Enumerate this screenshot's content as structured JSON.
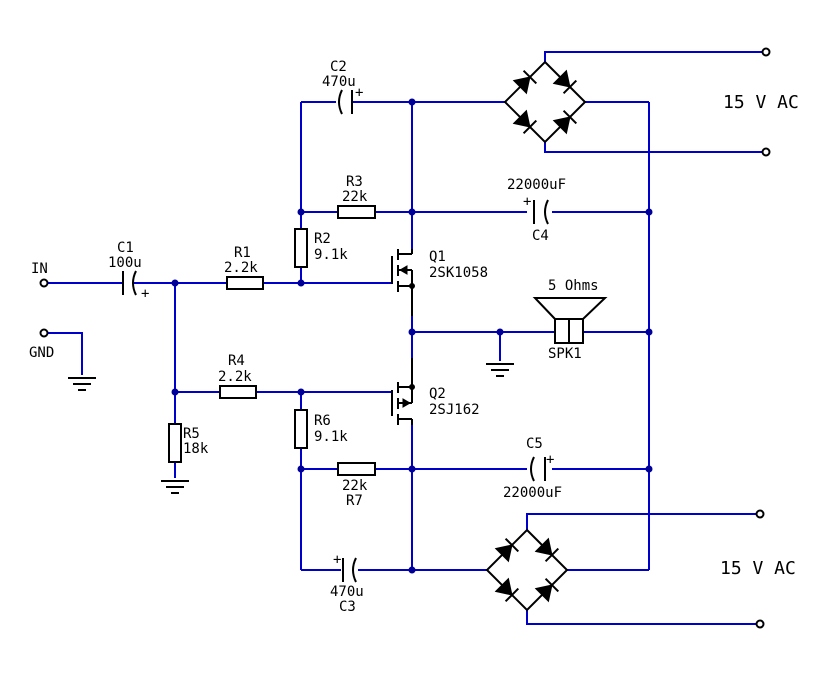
{
  "ports": {
    "in": "IN",
    "gnd": "GND"
  },
  "supply": {
    "upper": "15 V AC",
    "lower": "15 V AC"
  },
  "components": {
    "c1": {
      "ref": "C1",
      "value": "100u",
      "plus": "+"
    },
    "c2": {
      "ref": "C2",
      "value": "470u",
      "plus": "+"
    },
    "c3": {
      "ref": "C3",
      "value": "470u",
      "plus": "+"
    },
    "c4": {
      "ref": "C4",
      "value": "22000uF",
      "plus": "+"
    },
    "c5": {
      "ref": "C5",
      "value": "22000uF",
      "plus": "+"
    },
    "r1": {
      "ref": "R1",
      "value": "2.2k"
    },
    "r2": {
      "ref": "R2",
      "value": "9.1k"
    },
    "r3": {
      "ref": "R3",
      "value": "22k"
    },
    "r4": {
      "ref": "R4",
      "value": "2.2k"
    },
    "r5": {
      "ref": "R5",
      "value": "18k"
    },
    "r6": {
      "ref": "R6",
      "value": "9.1k"
    },
    "r7": {
      "ref": "R7",
      "value": "22k"
    },
    "q1": {
      "ref": "Q1",
      "value": "2SK1058"
    },
    "q2": {
      "ref": "Q2",
      "value": "2SJ162"
    },
    "spk1": {
      "ref": "SPK1",
      "value": "5 Ohms"
    }
  },
  "colors": {
    "wire": "#0000cc",
    "component": "#000000",
    "junction": "#000099",
    "background": "#ffffff"
  }
}
